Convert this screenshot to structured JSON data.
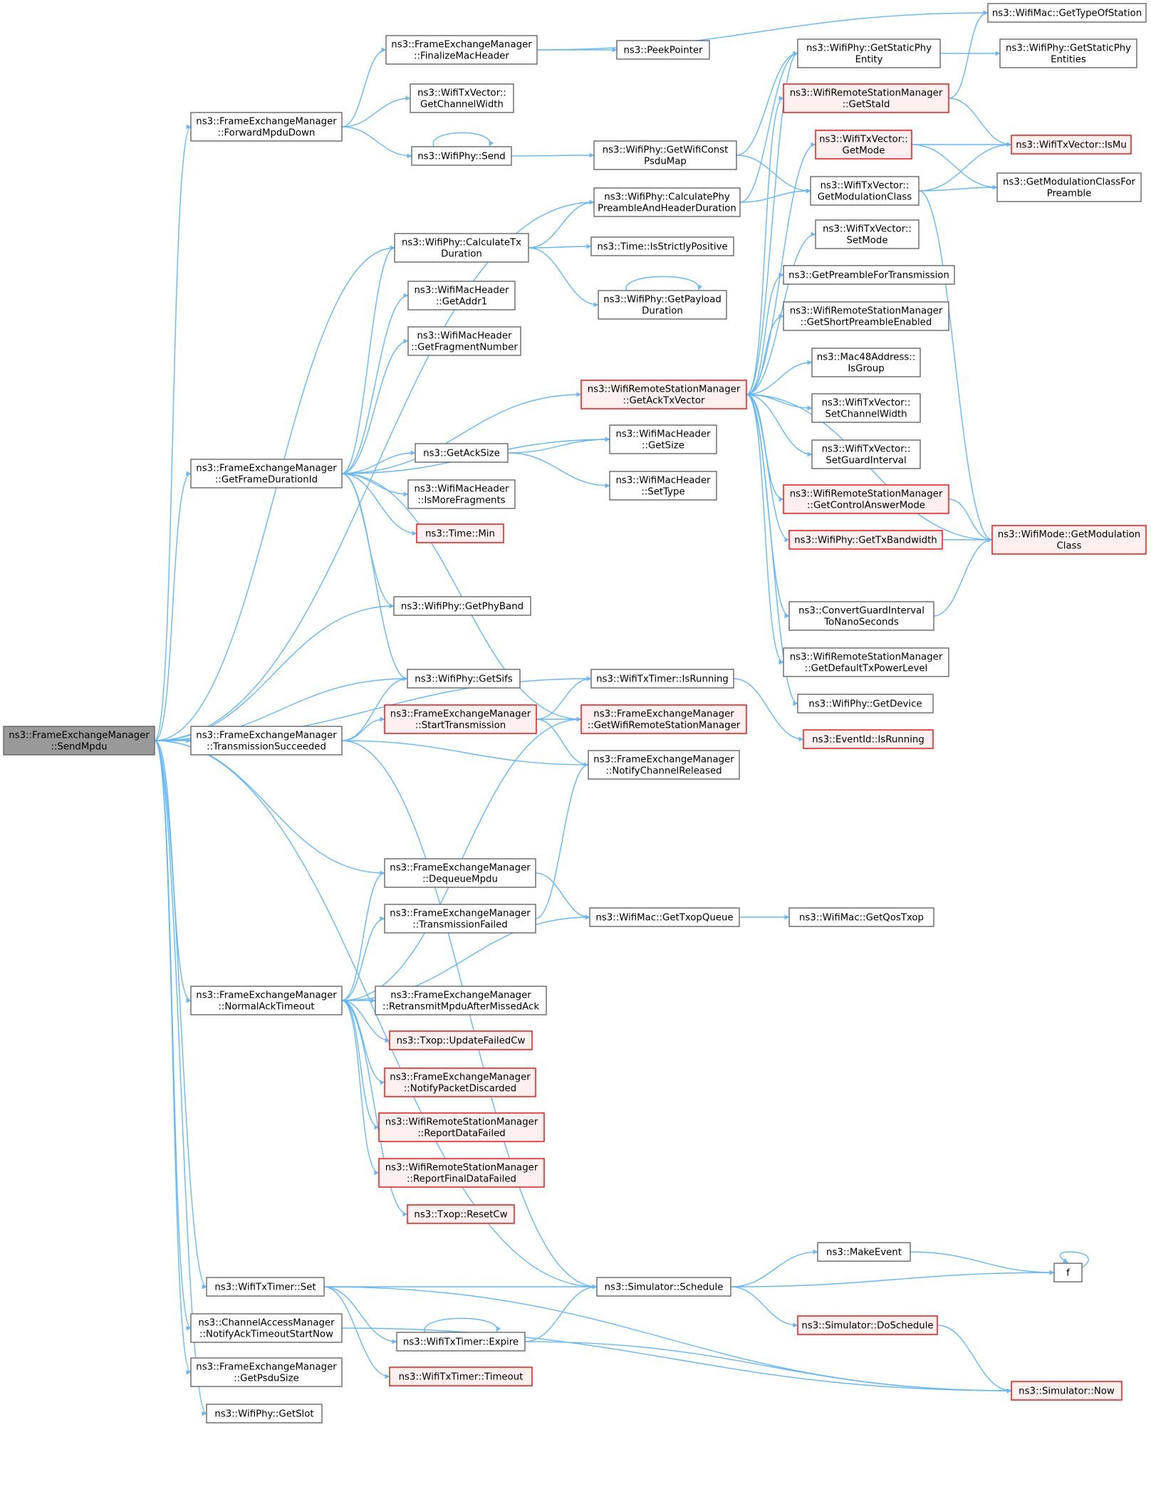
{
  "colors": {
    "edge": "#63b8ff",
    "root_fill": "#999999",
    "root_border": "#666666",
    "normal_fill": "#ffffff",
    "normal_border": "#666666",
    "truncated_fill": "#fff0f0",
    "truncated_border": "#ff0000"
  },
  "nodes": {
    "root": {
      "lines": [
        "ns3::FrameExchangeManager",
        "::SendMpdu"
      ],
      "kind": "root"
    },
    "forwardMpduDown": {
      "lines": [
        "ns3::FrameExchangeManager",
        "::ForwardMpduDown"
      ],
      "kind": "normal"
    },
    "finalizeMacHeader": {
      "lines": [
        "ns3::FrameExchangeManager",
        "::FinalizeMacHeader"
      ],
      "kind": "normal"
    },
    "peekPointer": {
      "lines": [
        "ns3::PeekPointer"
      ],
      "kind": "normal"
    },
    "getTypeOfStation": {
      "lines": [
        "ns3::WifiMac::GetTypeOfStation"
      ],
      "kind": "normal"
    },
    "getChannelWidth": {
      "lines": [
        "ns3::WifiTxVector::",
        "GetChannelWidth"
      ],
      "kind": "normal"
    },
    "phySend": {
      "lines": [
        "ns3::WifiPhy::Send"
      ],
      "kind": "normal"
    },
    "getWifiConstPsduMap": {
      "lines": [
        "ns3::WifiPhy::GetWifiConst",
        "PsduMap"
      ],
      "kind": "normal"
    },
    "getStaticPhyEntity": {
      "lines": [
        "ns3::WifiPhy::GetStaticPhy",
        "Entity"
      ],
      "kind": "normal"
    },
    "getStaticPhyEntities": {
      "lines": [
        "ns3::WifiPhy::GetStaticPhy",
        "Entities"
      ],
      "kind": "normal"
    },
    "getStaId": {
      "lines": [
        "ns3::WifiRemoteStationManager",
        "::GetStaId"
      ],
      "kind": "truncated"
    },
    "isMu": {
      "lines": [
        "ns3::WifiTxVector::IsMu"
      ],
      "kind": "truncated"
    },
    "getMode": {
      "lines": [
        "ns3::WifiTxVector::",
        "GetMode"
      ],
      "kind": "truncated"
    },
    "calcPreamble": {
      "lines": [
        "ns3::WifiPhy::CalculatePhy",
        "PreambleAndHeaderDuration"
      ],
      "kind": "normal"
    },
    "getModulationClass": {
      "lines": [
        "ns3::WifiTxVector::",
        "GetModulationClass"
      ],
      "kind": "normal"
    },
    "getModClassForPreamble": {
      "lines": [
        "ns3::GetModulationClassFor",
        "Preamble"
      ],
      "kind": "normal"
    },
    "calcTxDuration": {
      "lines": [
        "ns3::WifiPhy::CalculateTx",
        "Duration"
      ],
      "kind": "normal"
    },
    "isStrictlyPositive": {
      "lines": [
        "ns3::Time::IsStrictlyPositive"
      ],
      "kind": "normal"
    },
    "setMode": {
      "lines": [
        "ns3::WifiTxVector::",
        "SetMode"
      ],
      "kind": "normal"
    },
    "getAddr1": {
      "lines": [
        "ns3::WifiMacHeader",
        "::GetAddr1"
      ],
      "kind": "normal"
    },
    "getPayloadDuration": {
      "lines": [
        "ns3::WifiPhy::GetPayload",
        "Duration"
      ],
      "kind": "normal"
    },
    "getPreambleForTx": {
      "lines": [
        "ns3::GetPreambleForTransmission"
      ],
      "kind": "normal"
    },
    "getFragmentNumber": {
      "lines": [
        "ns3::WifiMacHeader",
        "::GetFragmentNumber"
      ],
      "kind": "normal"
    },
    "getShortPreamble": {
      "lines": [
        "ns3::WifiRemoteStationManager",
        "::GetShortPreambleEnabled"
      ],
      "kind": "normal"
    },
    "isGroup": {
      "lines": [
        "ns3::Mac48Address::",
        "IsGroup"
      ],
      "kind": "normal"
    },
    "getAckTxVector": {
      "lines": [
        "ns3::WifiRemoteStationManager",
        "::GetAckTxVector"
      ],
      "kind": "truncated"
    },
    "setChannelWidth": {
      "lines": [
        "ns3::WifiTxVector::",
        "SetChannelWidth"
      ],
      "kind": "normal"
    },
    "getFrameDurationId": {
      "lines": [
        "ns3::FrameExchangeManager",
        "::GetFrameDurationId"
      ],
      "kind": "normal"
    },
    "getAckSize": {
      "lines": [
        "ns3::GetAckSize"
      ],
      "kind": "normal"
    },
    "getSize": {
      "lines": [
        "ns3::WifiMacHeader",
        "::GetSize"
      ],
      "kind": "normal"
    },
    "setGuardInterval": {
      "lines": [
        "ns3::WifiTxVector::",
        "SetGuardInterval"
      ],
      "kind": "normal"
    },
    "setType": {
      "lines": [
        "ns3::WifiMacHeader",
        "::SetType"
      ],
      "kind": "normal"
    },
    "isMoreFragments": {
      "lines": [
        "ns3::WifiMacHeader",
        "::IsMoreFragments"
      ],
      "kind": "normal"
    },
    "getControlAnswerMode": {
      "lines": [
        "ns3::WifiRemoteStationManager",
        "::GetControlAnswerMode"
      ],
      "kind": "truncated"
    },
    "timeMin": {
      "lines": [
        "ns3::Time::Min"
      ],
      "kind": "truncated"
    },
    "getTxBandwidth": {
      "lines": [
        "ns3::WifiPhy::GetTxBandwidth"
      ],
      "kind": "truncated"
    },
    "getModulation": {
      "lines": [
        "ns3::WifiMode::GetModulation",
        "Class"
      ],
      "kind": "truncated"
    },
    "getPhyBand": {
      "lines": [
        "ns3::WifiPhy::GetPhyBand"
      ],
      "kind": "normal"
    },
    "convertGI": {
      "lines": [
        "ns3::ConvertGuardInterval",
        "ToNanoSeconds"
      ],
      "kind": "normal"
    },
    "getDefaultTxPower": {
      "lines": [
        "ns3::WifiRemoteStationManager",
        "::GetDefaultTxPowerLevel"
      ],
      "kind": "normal"
    },
    "getSifs": {
      "lines": [
        "ns3::WifiPhy::GetSifs"
      ],
      "kind": "normal"
    },
    "timerIsRunning": {
      "lines": [
        "ns3::WifiTxTimer::IsRunning"
      ],
      "kind": "normal"
    },
    "getDevice": {
      "lines": [
        "ns3::WifiPhy::GetDevice"
      ],
      "kind": "normal"
    },
    "startTransmission": {
      "lines": [
        "ns3::FrameExchangeManager",
        "::StartTransmission"
      ],
      "kind": "truncated"
    },
    "getWifiRSM": {
      "lines": [
        "ns3::FrameExchangeManager",
        "::GetWifiRemoteStationManager"
      ],
      "kind": "truncated"
    },
    "eventIsRunning": {
      "lines": [
        "ns3::EventId::IsRunning"
      ],
      "kind": "truncated"
    },
    "txSucceeded": {
      "lines": [
        "ns3::FrameExchangeManager",
        "::TransmissionSucceeded"
      ],
      "kind": "normal"
    },
    "notifyChannelReleased": {
      "lines": [
        "ns3::FrameExchangeManager",
        "::NotifyChannelReleased"
      ],
      "kind": "normal"
    },
    "dequeueMpdu": {
      "lines": [
        "ns3::FrameExchangeManager",
        "::DequeueMpdu"
      ],
      "kind": "normal"
    },
    "txFailed": {
      "lines": [
        "ns3::FrameExchangeManager",
        "::TransmissionFailed"
      ],
      "kind": "normal"
    },
    "getTxopQueue": {
      "lines": [
        "ns3::WifiMac::GetTxopQueue"
      ],
      "kind": "normal"
    },
    "getQosTxop": {
      "lines": [
        "ns3::WifiMac::GetQosTxop"
      ],
      "kind": "normal"
    },
    "normalAckTimeout": {
      "lines": [
        "ns3::FrameExchangeManager",
        "::NormalAckTimeout"
      ],
      "kind": "normal"
    },
    "retransmitMpdu": {
      "lines": [
        "ns3::FrameExchangeManager",
        "::RetransmitMpduAfterMissedAck"
      ],
      "kind": "normal"
    },
    "updateFailedCw": {
      "lines": [
        "ns3::Txop::UpdateFailedCw"
      ],
      "kind": "truncated"
    },
    "notifyPacketDiscarded": {
      "lines": [
        "ns3::FrameExchangeManager",
        "::NotifyPacketDiscarded"
      ],
      "kind": "truncated"
    },
    "reportDataFailed": {
      "lines": [
        "ns3::WifiRemoteStationManager",
        "::ReportDataFailed"
      ],
      "kind": "truncated"
    },
    "reportFinalDataFailed": {
      "lines": [
        "ns3::WifiRemoteStationManager",
        "::ReportFinalDataFailed"
      ],
      "kind": "truncated"
    },
    "resetCw": {
      "lines": [
        "ns3::Txop::ResetCw"
      ],
      "kind": "truncated"
    },
    "makeEvent": {
      "lines": [
        "ns3::MakeEvent"
      ],
      "kind": "normal"
    },
    "f": {
      "lines": [
        "f"
      ],
      "kind": "normal"
    },
    "timerSet": {
      "lines": [
        "ns3::WifiTxTimer::Set"
      ],
      "kind": "normal"
    },
    "schedule": {
      "lines": [
        "ns3::Simulator::Schedule"
      ],
      "kind": "normal"
    },
    "notifyAckTimeout": {
      "lines": [
        "ns3::ChannelAccessManager",
        "::NotifyAckTimeoutStartNow"
      ],
      "kind": "normal"
    },
    "doSchedule": {
      "lines": [
        "ns3::Simulator::DoSchedule"
      ],
      "kind": "truncated"
    },
    "expire": {
      "lines": [
        "ns3::WifiTxTimer::Expire"
      ],
      "kind": "normal"
    },
    "getPsduSize": {
      "lines": [
        "ns3::FrameExchangeManager",
        "::GetPsduSize"
      ],
      "kind": "normal"
    },
    "timeout": {
      "lines": [
        "ns3::WifiTxTimer::Timeout"
      ],
      "kind": "truncated"
    },
    "now": {
      "lines": [
        "ns3::Simulator::Now"
      ],
      "kind": "truncated"
    },
    "getSlot": {
      "lines": [
        "ns3::WifiPhy::GetSlot"
      ],
      "kind": "normal"
    }
  },
  "edges": [
    [
      "root",
      "forwardMpduDown"
    ],
    [
      "root",
      "calcPreamble"
    ],
    [
      "root",
      "calcTxDuration"
    ],
    [
      "root",
      "getFrameDurationId"
    ],
    [
      "root",
      "getPhyBand"
    ],
    [
      "root",
      "getSifs"
    ],
    [
      "root",
      "timerIsRunning"
    ],
    [
      "root",
      "txSucceeded"
    ],
    [
      "root",
      "dequeueMpdu"
    ],
    [
      "root",
      "normalAckTimeout"
    ],
    [
      "root",
      "schedule"
    ],
    [
      "root",
      "timerSet"
    ],
    [
      "root",
      "notifyAckTimeout"
    ],
    [
      "root",
      "getPsduSize"
    ],
    [
      "root",
      "getSlot"
    ],
    [
      "forwardMpduDown",
      "finalizeMacHeader"
    ],
    [
      "forwardMpduDown",
      "getChannelWidth"
    ],
    [
      "forwardMpduDown",
      "phySend"
    ],
    [
      "finalizeMacHeader",
      "getTypeOfStation"
    ],
    [
      "finalizeMacHeader",
      "peekPointer"
    ],
    [
      "phySend",
      "phySend"
    ],
    [
      "phySend",
      "getWifiConstPsduMap"
    ],
    [
      "getWifiConstPsduMap",
      "getStaticPhyEntity"
    ],
    [
      "getWifiConstPsduMap",
      "getModulationClass"
    ],
    [
      "getStaticPhyEntity",
      "getStaticPhyEntities"
    ],
    [
      "getStaId",
      "getTypeOfStation"
    ],
    [
      "getStaId",
      "isMu"
    ],
    [
      "getMode",
      "isMu"
    ],
    [
      "getMode",
      "getModClassForPreamble"
    ],
    [
      "calcPreamble",
      "getStaticPhyEntity"
    ],
    [
      "calcPreamble",
      "getModulationClass"
    ],
    [
      "getModulationClass",
      "isMu"
    ],
    [
      "getModulationClass",
      "getModClassForPreamble"
    ],
    [
      "getModulationClass",
      "getModulation"
    ],
    [
      "calcTxDuration",
      "calcPreamble"
    ],
    [
      "calcTxDuration",
      "isStrictlyPositive"
    ],
    [
      "calcTxDuration",
      "getPayloadDuration"
    ],
    [
      "getPayloadDuration",
      "getPayloadDuration"
    ],
    [
      "getFrameDurationId",
      "calcTxDuration"
    ],
    [
      "getFrameDurationId",
      "getAddr1"
    ],
    [
      "getFrameDurationId",
      "getFragmentNumber"
    ],
    [
      "getFrameDurationId",
      "getAckTxVector"
    ],
    [
      "getFrameDurationId",
      "getSize"
    ],
    [
      "getFrameDurationId",
      "getAckSize"
    ],
    [
      "getFrameDurationId",
      "isMoreFragments"
    ],
    [
      "getFrameDurationId",
      "timeMin"
    ],
    [
      "getFrameDurationId",
      "getPhyBand"
    ],
    [
      "getFrameDurationId",
      "getSifs"
    ],
    [
      "getFrameDurationId",
      "getWifiRSM"
    ],
    [
      "getAckSize",
      "getSize"
    ],
    [
      "getAckSize",
      "setType"
    ],
    [
      "getAckTxVector",
      "getStaticPhyEntity"
    ],
    [
      "getAckTxVector",
      "getStaId"
    ],
    [
      "getAckTxVector",
      "getMode"
    ],
    [
      "getAckTxVector",
      "setMode"
    ],
    [
      "getAckTxVector",
      "getPreambleForTx"
    ],
    [
      "getAckTxVector",
      "getShortPreamble"
    ],
    [
      "getAckTxVector",
      "isGroup"
    ],
    [
      "getAckTxVector",
      "setChannelWidth"
    ],
    [
      "getAckTxVector",
      "setGuardInterval"
    ],
    [
      "getAckTxVector",
      "getControlAnswerMode"
    ],
    [
      "getAckTxVector",
      "getTxBandwidth"
    ],
    [
      "getAckTxVector",
      "getModulation"
    ],
    [
      "getAckTxVector",
      "convertGI"
    ],
    [
      "getAckTxVector",
      "getDefaultTxPower"
    ],
    [
      "getAckTxVector",
      "getDevice"
    ],
    [
      "getControlAnswerMode",
      "getModulation"
    ],
    [
      "getTxBandwidth",
      "getModulation"
    ],
    [
      "convertGI",
      "getModulation"
    ],
    [
      "timerIsRunning",
      "eventIsRunning"
    ],
    [
      "txSucceeded",
      "getSifs"
    ],
    [
      "txSucceeded",
      "startTransmission"
    ],
    [
      "txSucceeded",
      "notifyChannelReleased"
    ],
    [
      "txSucceeded",
      "schedule"
    ],
    [
      "startTransmission",
      "timerIsRunning"
    ],
    [
      "startTransmission",
      "getWifiRSM"
    ],
    [
      "startTransmission",
      "notifyChannelReleased"
    ],
    [
      "dequeueMpdu",
      "getTxopQueue"
    ],
    [
      "txFailed",
      "notifyChannelReleased"
    ],
    [
      "getTxopQueue",
      "getQosTxop"
    ],
    [
      "normalAckTimeout",
      "getWifiRSM"
    ],
    [
      "normalAckTimeout",
      "dequeueMpdu"
    ],
    [
      "normalAckTimeout",
      "txFailed"
    ],
    [
      "normalAckTimeout",
      "getTxopQueue"
    ],
    [
      "normalAckTimeout",
      "retransmitMpdu"
    ],
    [
      "normalAckTimeout",
      "updateFailedCw"
    ],
    [
      "normalAckTimeout",
      "notifyPacketDiscarded"
    ],
    [
      "normalAckTimeout",
      "reportDataFailed"
    ],
    [
      "normalAckTimeout",
      "reportFinalDataFailed"
    ],
    [
      "normalAckTimeout",
      "resetCw"
    ],
    [
      "makeEvent",
      "f"
    ],
    [
      "f",
      "f"
    ],
    [
      "timerSet",
      "schedule"
    ],
    [
      "timerSet",
      "expire"
    ],
    [
      "timerSet",
      "timeout"
    ],
    [
      "timerSet",
      "now"
    ],
    [
      "schedule",
      "makeEvent"
    ],
    [
      "schedule",
      "f"
    ],
    [
      "schedule",
      "doSchedule"
    ],
    [
      "expire",
      "expire"
    ],
    [
      "expire",
      "schedule"
    ],
    [
      "expire",
      "now"
    ],
    [
      "doSchedule",
      "now"
    ],
    [
      "notifyAckTimeout",
      "now"
    ]
  ]
}
